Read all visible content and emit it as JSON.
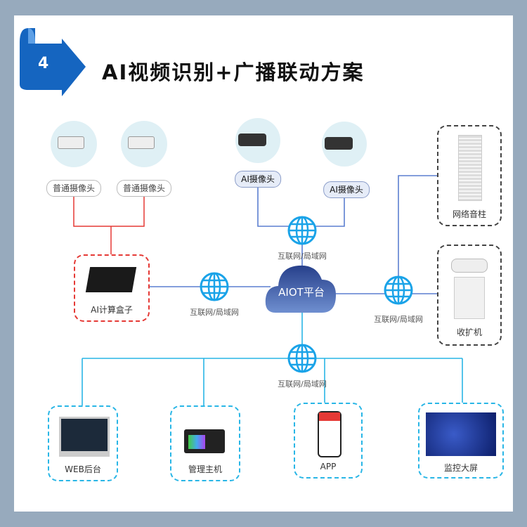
{
  "header": {
    "step_number": "4",
    "title": "AI视频识别+广播联动方案"
  },
  "cameras": {
    "normal": [
      "普通摄像头",
      "普通摄像头"
    ],
    "ai": [
      "AI摄像头",
      "AI摄像头"
    ]
  },
  "network_label": "互联网/局域网",
  "platform": "AIOT平台",
  "devices": {
    "ai_box": "AI计算盒子",
    "speaker_column": "网络音柱",
    "amplifier": "收扩机"
  },
  "clients": [
    "WEB后台",
    "管理主机",
    "APP",
    "监控大屏"
  ],
  "colors": {
    "accent": "#1565c0",
    "line_red": "#e53935",
    "line_blue": "#5b7fd0",
    "line_cyan": "#29b6e6"
  }
}
